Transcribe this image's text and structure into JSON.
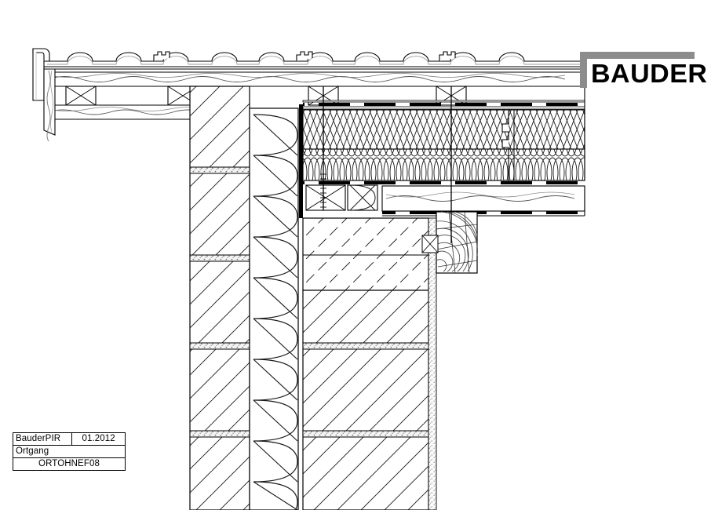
{
  "document": {
    "type": "construction-detail-drawing",
    "language": "de"
  },
  "logo": {
    "brand": "BAUDER",
    "bracket_color": "#8c8c8c",
    "text_color": "#000000"
  },
  "titleblock": {
    "product": "BauderPIR",
    "date": "01.2012",
    "detail_name": "Ortgang",
    "drawing_code": "ORTOHNEF08"
  },
  "drawing": {
    "background": "#ffffff",
    "line_color": "#000000",
    "hatch_color": "#1a1a1a",
    "membrane_color": "#000000",
    "render_stipple_color": "#9a9a9a",
    "mortar_fill": "#f2f2f2",
    "layers": [
      {
        "name": "roof-tiles",
        "symbol": "interlocking-pantile-profile"
      },
      {
        "name": "verge-flashing",
        "symbol": "folded-metal-barge-trim"
      },
      {
        "name": "barge-board",
        "symbol": "timber-wavy-grain"
      },
      {
        "name": "sheathing-boards",
        "symbol": "timber-wavy-grain"
      },
      {
        "name": "counter-battens",
        "symbol": "x-braced-batten-section"
      },
      {
        "name": "vapour-barrier",
        "symbol": "heavy-black-line"
      },
      {
        "name": "pir-insulation",
        "symbol": "cross-lattice-hatch"
      },
      {
        "name": "mineral-wool-band",
        "symbol": "oval-chain-hatch"
      },
      {
        "name": "wall-insulation",
        "symbol": "vertical-batt-loop"
      },
      {
        "name": "masonry",
        "symbol": "diagonal-hatch-with-mortar-joints"
      },
      {
        "name": "rafter-end",
        "symbol": "timber-end-grain-rings"
      },
      {
        "name": "external-render",
        "symbol": "stipple-strip"
      },
      {
        "name": "fixing-screws",
        "symbol": "long-threaded-fastener"
      }
    ]
  }
}
